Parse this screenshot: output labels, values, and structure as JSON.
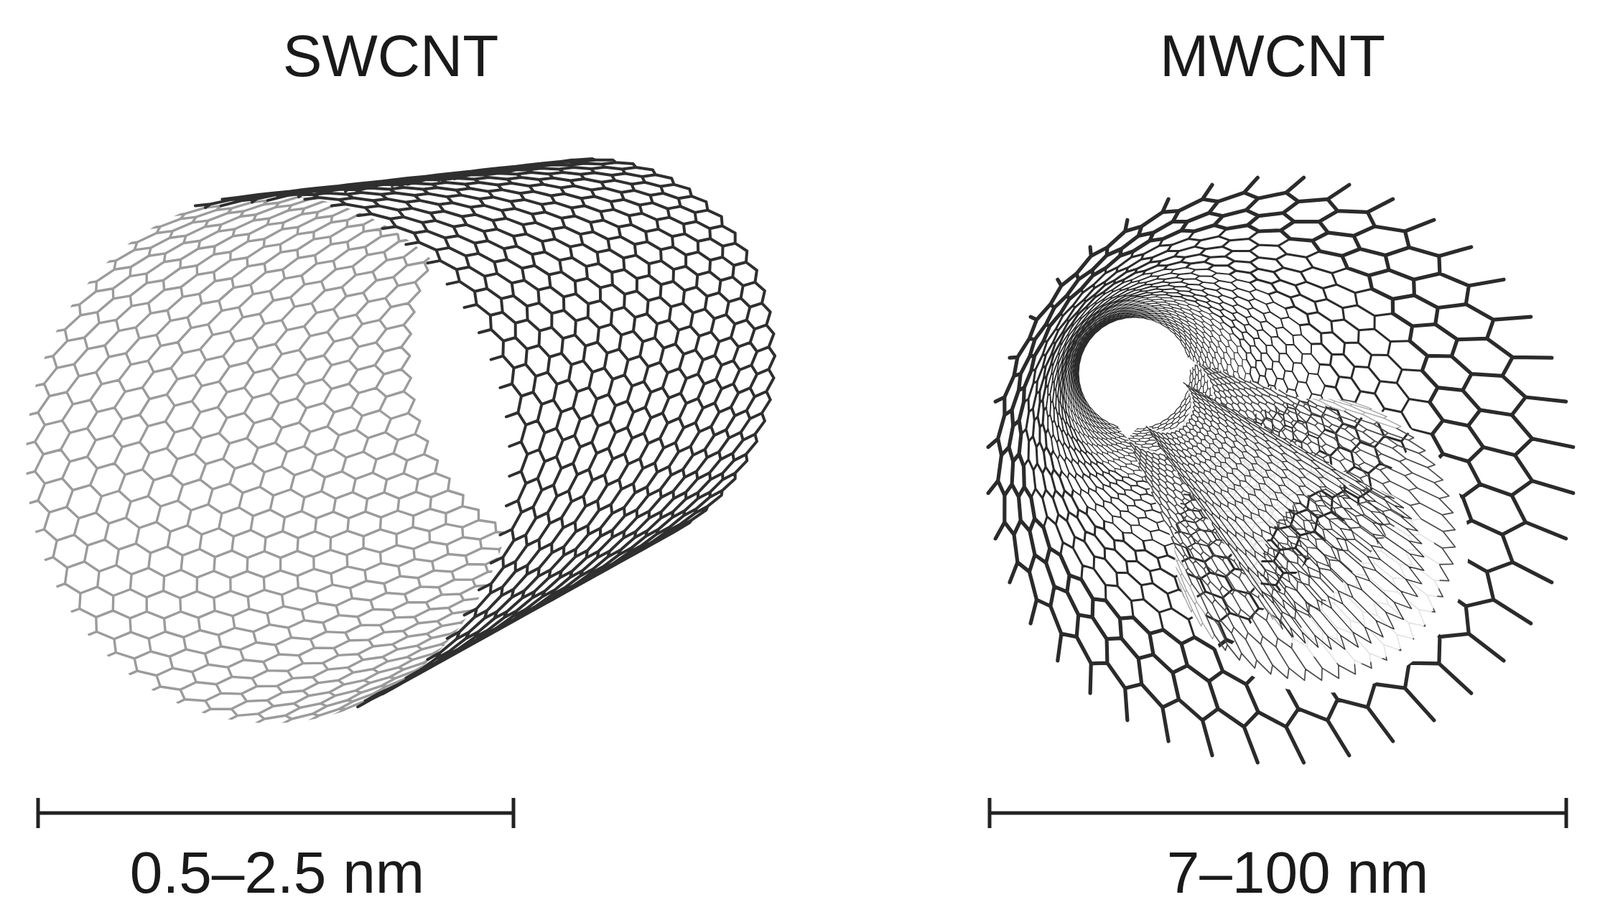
{
  "diagram": {
    "labels": [
      "SWCNT",
      "MWCNT",
      "0.5–2.5 nm",
      "7–100 nm"
    ]
  }
}
